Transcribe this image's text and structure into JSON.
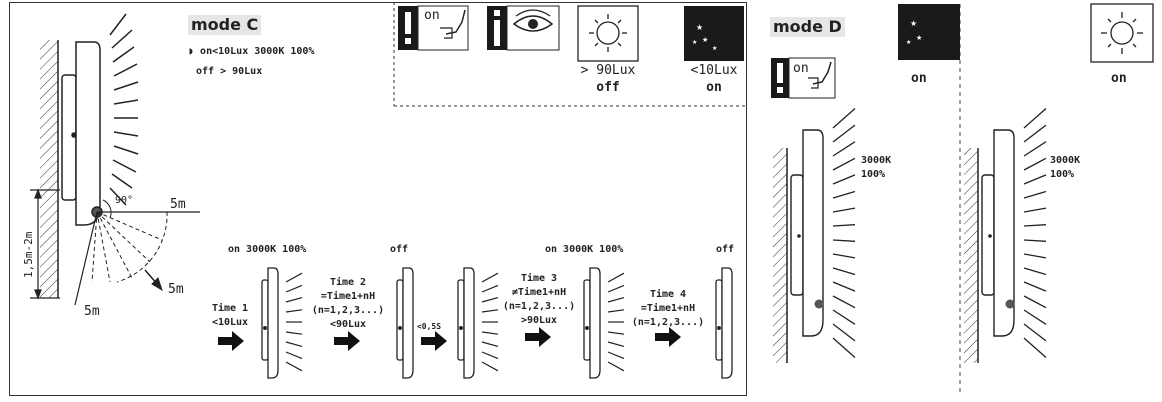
{
  "mode_c": {
    "title": "mode C",
    "line1": "on<10Lux 3000K 100%",
    "line2": "off > 90Lux",
    "angle": "90°",
    "range_top": "5m",
    "range_right": "5m",
    "range_bottom": "5m",
    "height": "1,5m-2m",
    "legend": {
      "on_label": "on",
      "day_top": "> 90Lux",
      "day_state": "off",
      "night_top": "<10Lux",
      "night_state": "on"
    },
    "sequence": {
      "state1": "on 3000K 100%",
      "state2": "off",
      "state3": "on 3000K 100%",
      "state4": "off",
      "step1": [
        "Time 1",
        "<10Lux"
      ],
      "step2": [
        "Time 2",
        "=Time1+nH",
        "(n=1,2,3...)",
        "<90Lux"
      ],
      "step3": "<0,5S",
      "step4": [
        "Time 3",
        "≠Time1+nH",
        "(n=1,2,3...)",
        ">90Lux"
      ],
      "step5": [
        "Time 4",
        "=Time1+nH",
        "(n=1,2,3...)"
      ]
    }
  },
  "mode_d": {
    "title": "mode D",
    "on_label": "on",
    "left_state": "on",
    "right_state": "on",
    "left_light": [
      "3000K",
      "100%"
    ],
    "right_light": [
      "3000K",
      "100%"
    ]
  }
}
